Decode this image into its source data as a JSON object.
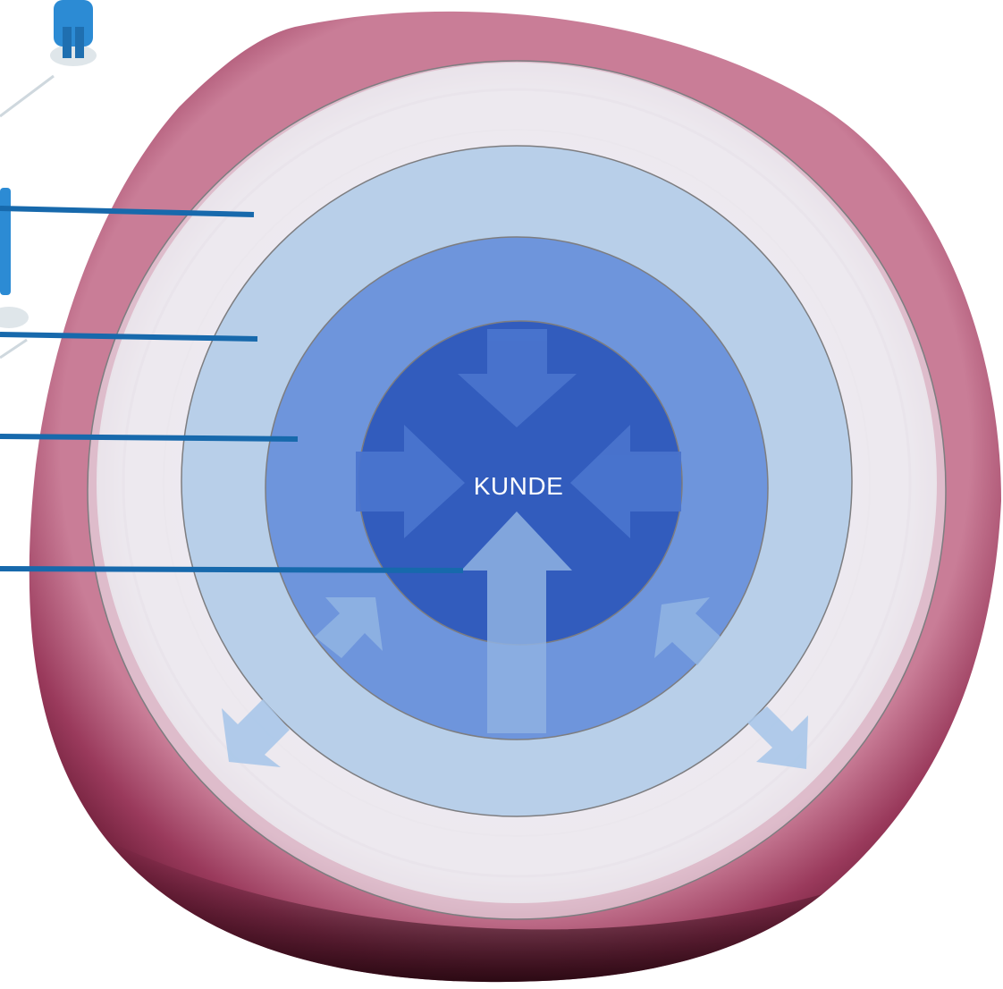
{
  "diagram": {
    "center_label": "KUNDE",
    "rings": [
      {
        "name": "outer-ring",
        "color": "#eef0f6"
      },
      {
        "name": "second-ring",
        "color": "#b8cfe9"
      },
      {
        "name": "third-ring",
        "color": "#6e95dc"
      },
      {
        "name": "core-circle",
        "color": "#325cbd"
      }
    ],
    "colors": {
      "onion_skin": "#8e2b4e",
      "onion_flesh": "#f4eef2",
      "leader_line": "#1769ac",
      "arrow_inner": "#4a74cd",
      "arrow_outer": "#a9c7e9",
      "person_figure": "#2c8bd4"
    },
    "icons": [
      "person-figure-icon",
      "person-figure-icon"
    ]
  }
}
